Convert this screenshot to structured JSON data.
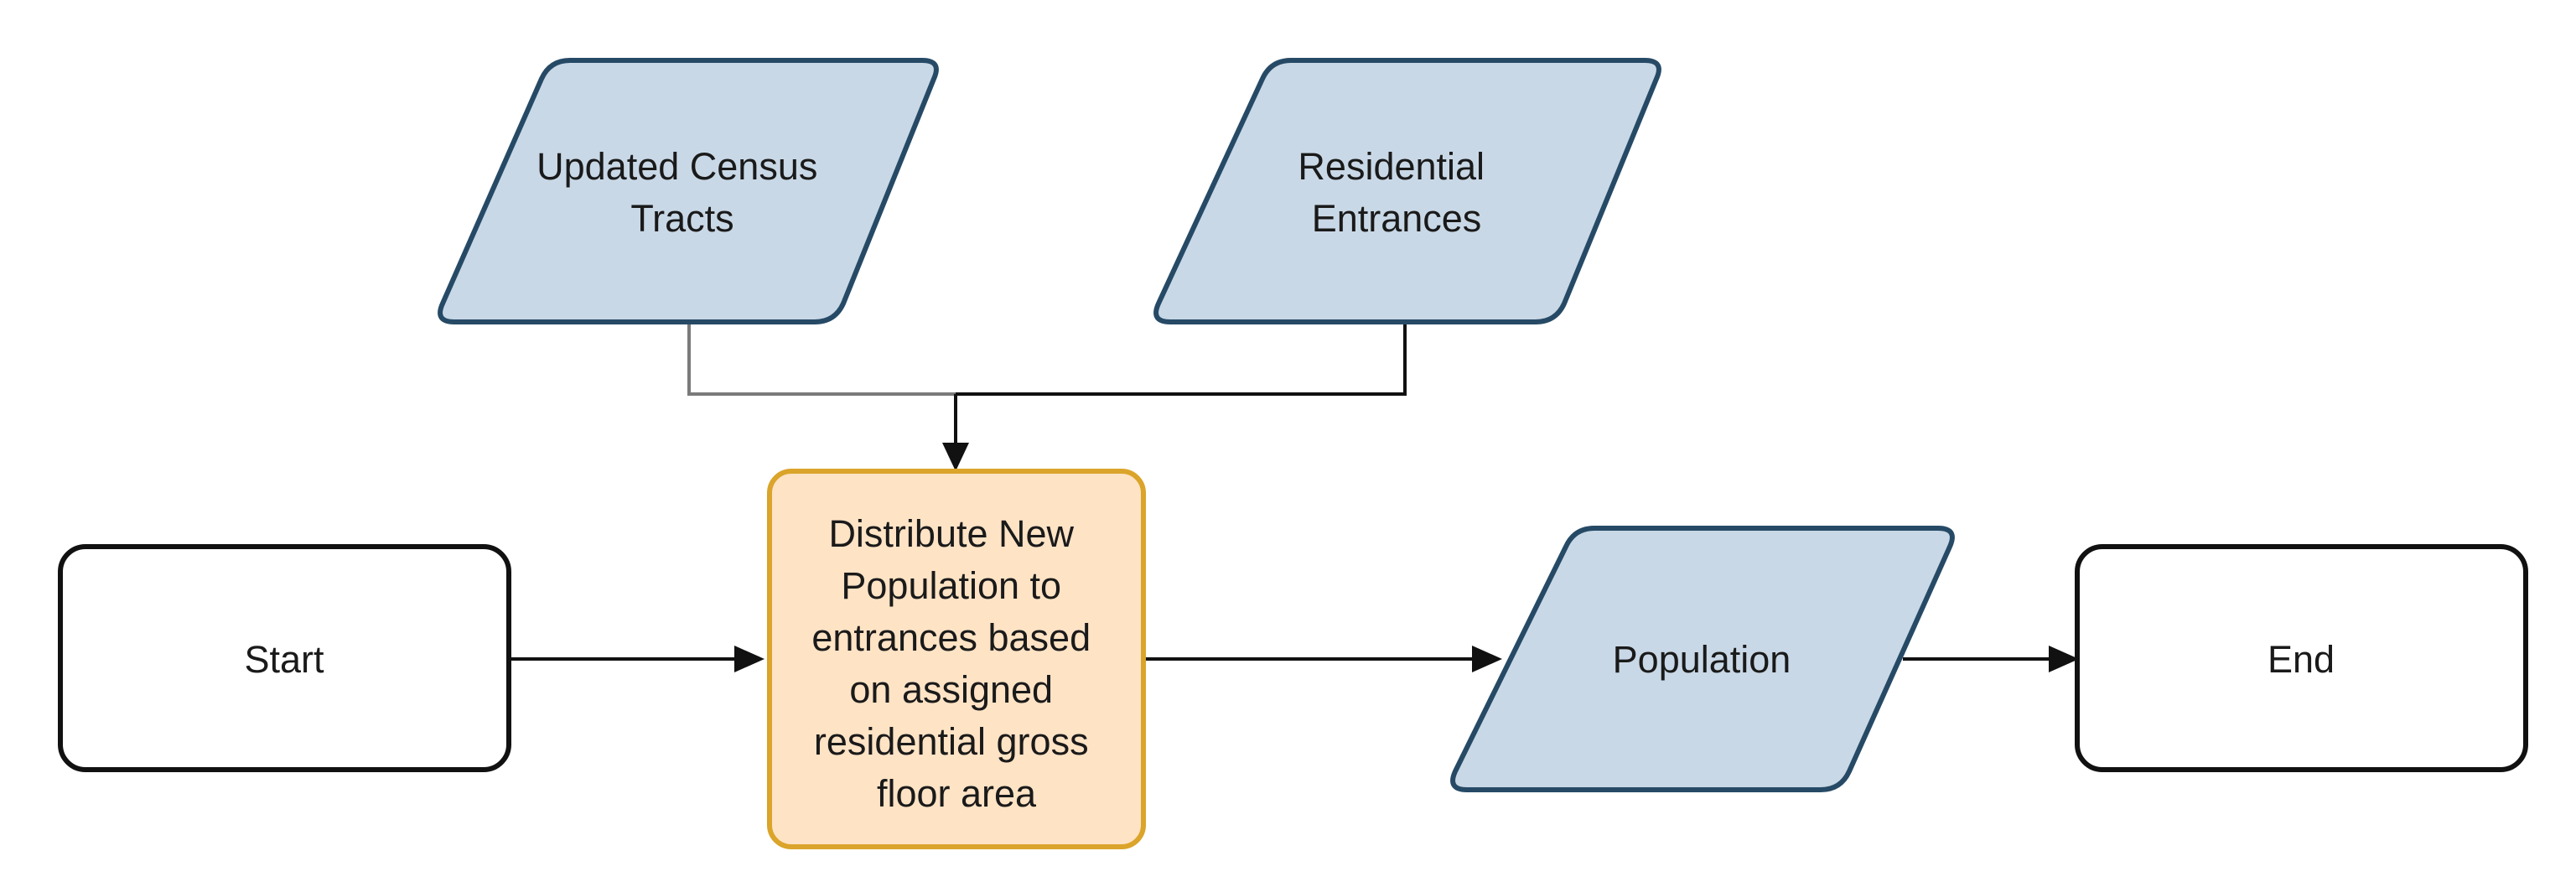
{
  "nodes": {
    "updated_census_tracts": {
      "lines": [
        "Updated Census",
        "Tracts"
      ]
    },
    "residential_entrances": {
      "lines": [
        "Residential",
        "Entrances"
      ]
    },
    "start": {
      "lines": [
        "Start"
      ]
    },
    "distribute": {
      "lines": [
        "Distribute New",
        "Population to",
        "entrances based",
        "on assigned",
        "residential gross",
        "floor area"
      ]
    },
    "population": {
      "lines": [
        "Population"
      ]
    },
    "end": {
      "lines": [
        "End"
      ]
    }
  },
  "colors": {
    "data_fill": "#c9d8e6",
    "data_stroke": "#264a66",
    "process_fill": "#ffe3c5",
    "process_stroke": "#dba42a",
    "terminal_stroke": "#111111"
  }
}
